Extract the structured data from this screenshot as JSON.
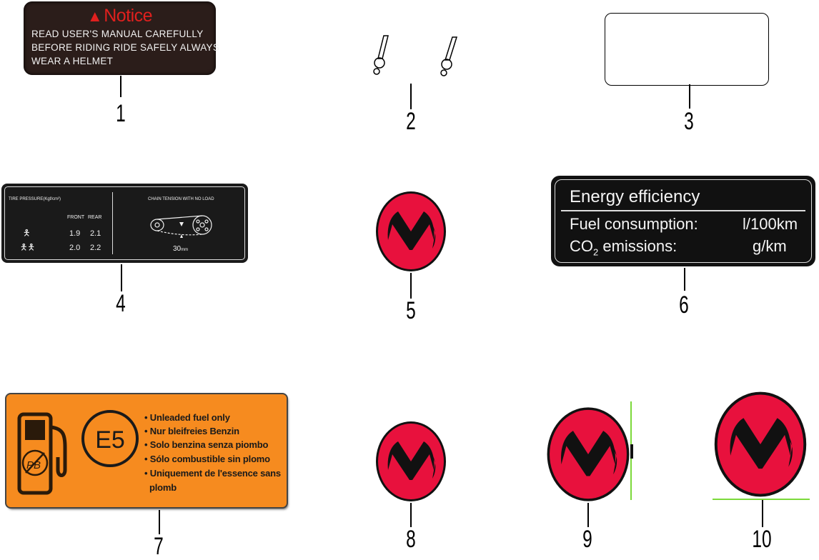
{
  "notice": {
    "title": "Notice",
    "lines": [
      "READ USER'S MANUAL CAREFULLY",
      "BEFORE RIDING RIDE SAFELY ALWAYS",
      "WEAR A HELMET"
    ]
  },
  "tire_label": {
    "heading_left": "TIRE PRESSURE(Kgf/cm²)",
    "heading_right": "CHAIN TENSION WITH NO LOAD",
    "col_front": "FRONT",
    "col_rear": "REAR",
    "row1_front": "1.9",
    "row1_rear": "2.1",
    "row2_front": "2.0",
    "row2_rear": "2.2",
    "chain_value": "30",
    "chain_unit": "mm"
  },
  "energy_label": {
    "title": "Energy efficiency",
    "row1_label": "Fuel consumption:",
    "row1_unit": "l/100km",
    "row2_label_prefix": "CO",
    "row2_label_sub": "2",
    "row2_label_suffix": " emissions:",
    "row2_unit": "g/km"
  },
  "fuel_label": {
    "badge": "E5",
    "pump_mark": "PB",
    "bullets": [
      "• Unleaded fuel only",
      "• Nur bleifreies Benzin",
      "• Solo benzina senza piombo",
      "• Sólo combustible sin plomo",
      "• Uniquement de l'essence sans",
      "plomb"
    ]
  },
  "callouts": [
    "1",
    "2",
    "3",
    "4",
    "5",
    "6",
    "7",
    "8",
    "9",
    "10"
  ],
  "colors": {
    "logo_red": "#e8113d",
    "logo_black": "#111111",
    "fuel_orange": "#f68b1f",
    "notice_red": "#e0201e",
    "guide_green": "#7cd93a"
  }
}
